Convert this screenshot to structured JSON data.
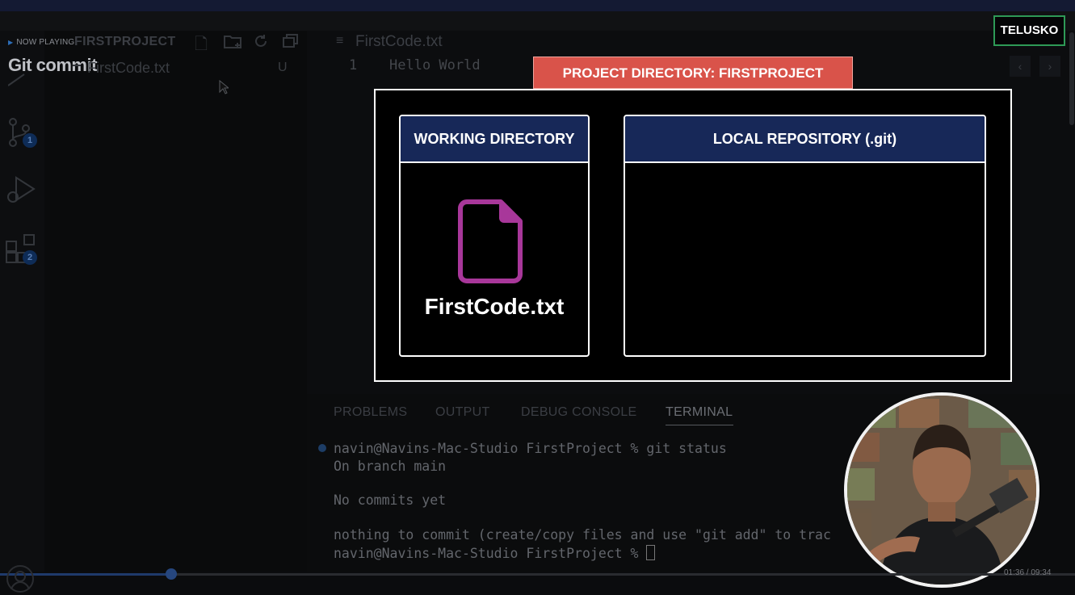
{
  "player": {
    "now_playing": "NOW PLAYING",
    "video_title": "Git commit",
    "time": "01:36 / 09:34",
    "progress_fraction": 0.159
  },
  "brand": {
    "logo": "TELUSKO",
    "accent": "#2e9a56"
  },
  "sidebar": {
    "project_label": "FIRSTPROJECT",
    "file_name": "FirstCode.txt",
    "file_status": "U",
    "badges": {
      "source_control": "1",
      "extensions": "2"
    }
  },
  "editor": {
    "tab_name": "FirstCode.txt",
    "line_number": "1",
    "line_text": "Hello World"
  },
  "diagram": {
    "banner": "PROJECT DIRECTORY: FIRSTPROJECT",
    "working_dir": "WORKING DIRECTORY",
    "local_repo": "LOCAL REPOSITORY (.git)",
    "file_label": "FirstCode.txt",
    "colors": {
      "banner": "#d9534a",
      "header": "#172858",
      "file_icon": "#a8379a"
    }
  },
  "panel": {
    "tabs": [
      "PROBLEMS",
      "OUTPUT",
      "DEBUG CONSOLE",
      "TERMINAL"
    ],
    "active_tab": "TERMINAL",
    "lines": [
      "navin@Navins-Mac-Studio FirstProject % git status",
      "On branch main",
      "No commits yet",
      "nothing to commit (create/copy files and use \"git add\" to trac",
      "navin@Navins-Mac-Studio FirstProject % "
    ]
  }
}
